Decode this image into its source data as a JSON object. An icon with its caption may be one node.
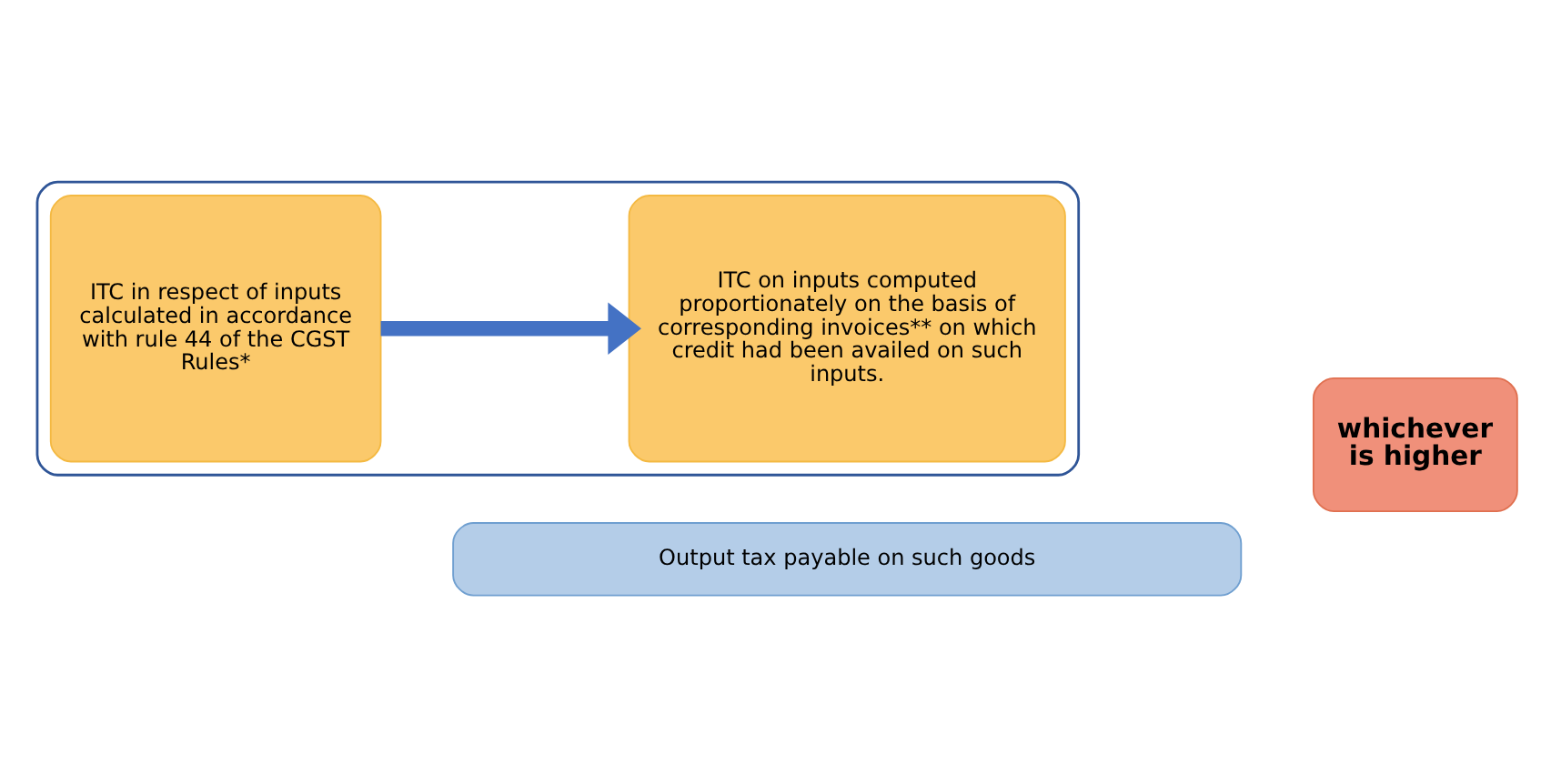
{
  "diagram": {
    "nodes": [
      {
        "text": [],
        "shape": "box"
      },
      {
        "text": [
          "ITC in respect of inputs calculated in accordance with rule 44 of the CGST Rules*"
        ],
        "in": 0
      },
      {
        "text": [
          "ITC on inputs computed proportionately on the basis of corresponding invoices** on which credit had been availed on such inputs."
        ],
        "in": 0
      },
      {
        "text": [
          "Output tax payable on such goods"
        ]
      },
      {
        "text": [
          "whichever is higher"
        ]
      }
    ],
    "edges": [
      {
        "from": 1,
        "to": 2,
        "arrow": "to",
        "color": "#4472c4"
      }
    ]
  }
}
